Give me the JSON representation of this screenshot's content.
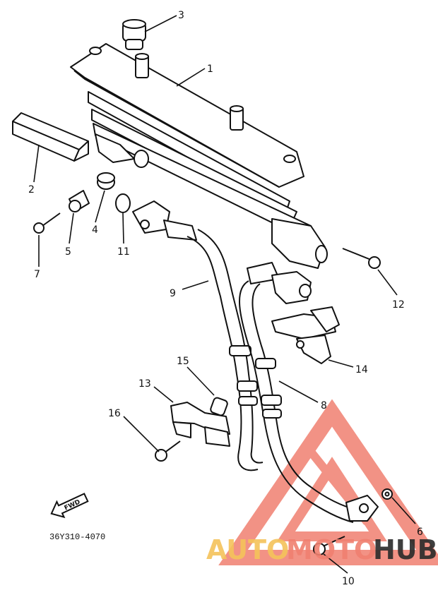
{
  "diagram": {
    "part_code": "36Y310-4070",
    "direction_badge": "FWD",
    "watermark": {
      "text_auto": "AUTO",
      "text_moto": "MOTO",
      "text_hub": "HUB",
      "accent_color": "#f08070",
      "gold_color": "#f5c35a",
      "dark_color": "#2a2a2a"
    },
    "callouts": [
      {
        "id": "c1",
        "label": "1"
      },
      {
        "id": "c2",
        "label": "2"
      },
      {
        "id": "c3",
        "label": "3"
      },
      {
        "id": "c4",
        "label": "4"
      },
      {
        "id": "c5",
        "label": "5"
      },
      {
        "id": "c6",
        "label": "6"
      },
      {
        "id": "c7",
        "label": "7"
      },
      {
        "id": "c8",
        "label": "8"
      },
      {
        "id": "c9",
        "label": "9"
      },
      {
        "id": "c10",
        "label": "10"
      },
      {
        "id": "c11",
        "label": "11"
      },
      {
        "id": "c12",
        "label": "12"
      },
      {
        "id": "c13",
        "label": "13"
      },
      {
        "id": "c14",
        "label": "14"
      },
      {
        "id": "c15",
        "label": "15"
      },
      {
        "id": "c16",
        "label": "16"
      }
    ]
  }
}
